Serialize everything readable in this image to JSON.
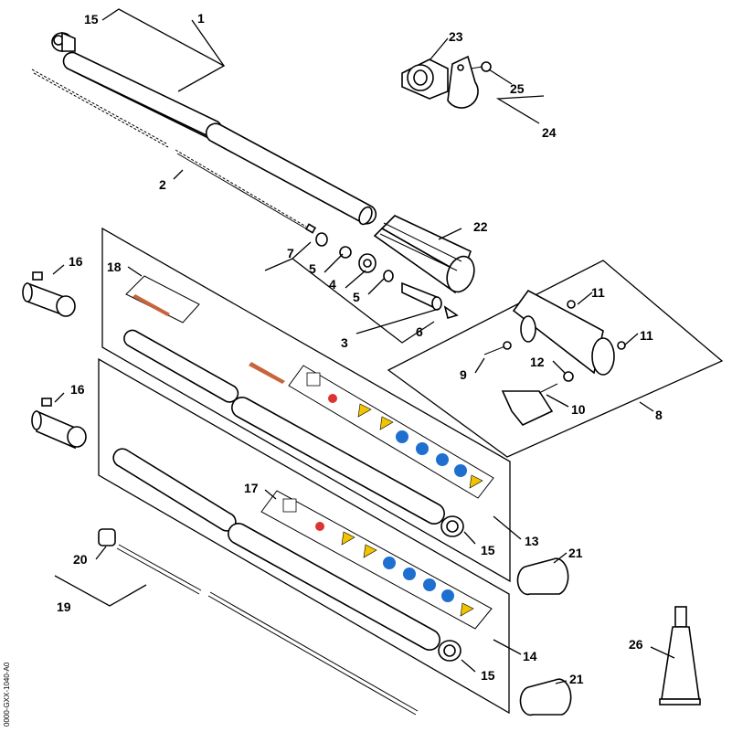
{
  "callouts": {
    "c1": "1",
    "c2": "2",
    "c3": "3",
    "c4": "4",
    "c5a": "5",
    "c5b": "5",
    "c6": "6",
    "c7": "7",
    "c8": "8",
    "c9": "9",
    "c10": "10",
    "c11a": "11",
    "c11b": "11",
    "c12": "12",
    "c13": "13",
    "c14": "14",
    "c15a": "15",
    "c15b": "15",
    "c15c": "15",
    "c16a": "16",
    "c16b": "16",
    "c17": "17",
    "c18": "18",
    "c19": "19",
    "c20": "20",
    "c21a": "21",
    "c21b": "21",
    "c22": "22",
    "c23": "23",
    "c24": "24",
    "c25": "25",
    "c26": "26"
  },
  "side_code": "0000-GXX-1040-A0",
  "colors": {
    "line": "#000000",
    "label_stripe": "#c8643c",
    "safety_blue": "#1e6fd0",
    "warning_yellow": "#f2c400",
    "background": "#ffffff"
  },
  "icons": [
    "warning-triangle-icon",
    "eye-protection-icon",
    "hearing-protection-icon",
    "gloves-icon",
    "boots-icon",
    "manual-icon"
  ]
}
